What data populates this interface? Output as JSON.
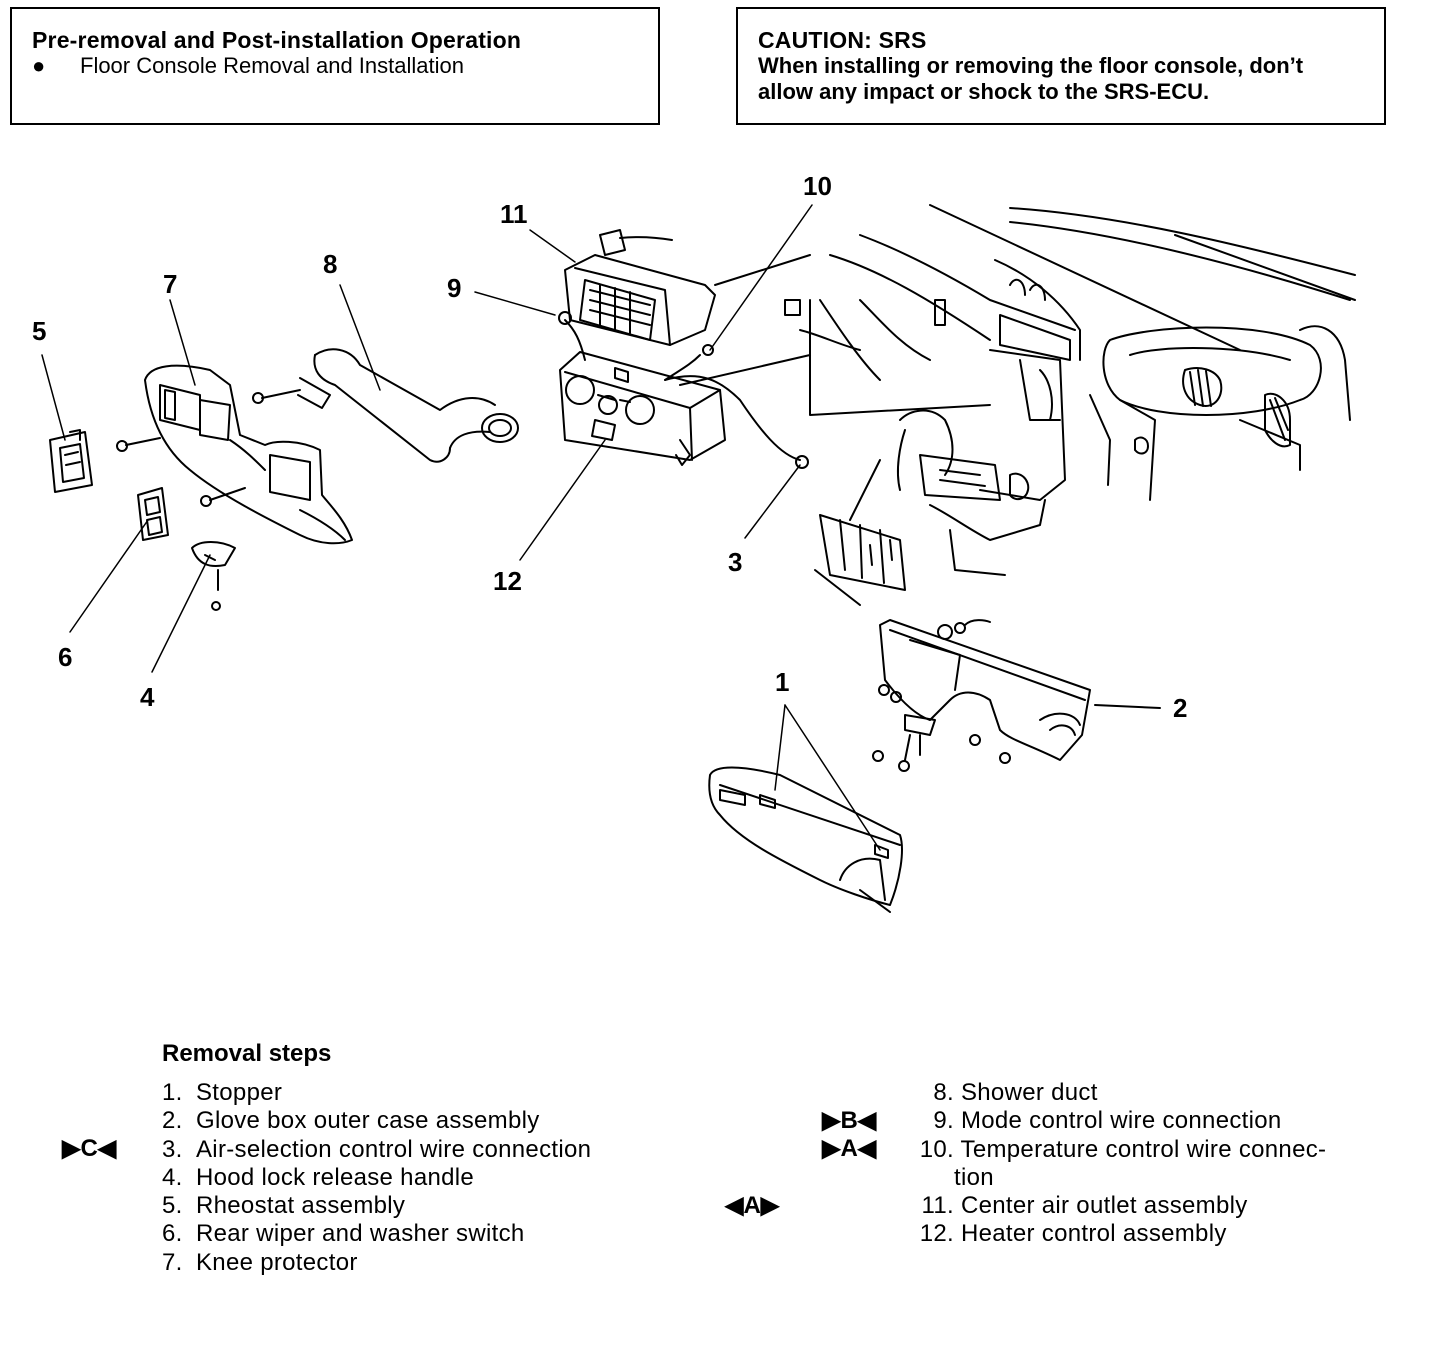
{
  "box_left": {
    "title": "Pre-removal and Post-installation Operation",
    "bullet": "●",
    "item": "Floor Console Removal and Installation"
  },
  "box_right": {
    "title": "CAUTION: SRS",
    "line1": "When installing or removing the floor console, don’t",
    "line2": "allow any impact or shock to the SRS-ECU."
  },
  "callouts": [
    "1",
    "2",
    "3",
    "4",
    "5",
    "6",
    "7",
    "8",
    "9",
    "10",
    "11",
    "12"
  ],
  "removal": {
    "heading": "Removal steps",
    "left_steps": [
      {
        "num": "1.",
        "label": "Stopper",
        "mark": ""
      },
      {
        "num": "2.",
        "label": "Glove box outer case assembly",
        "mark": ""
      },
      {
        "num": "3.",
        "label": "Air-selection control wire connection",
        "mark": "▶C◀"
      },
      {
        "num": "4.",
        "label": "Hood lock release handle",
        "mark": ""
      },
      {
        "num": "5.",
        "label": "Rheostat assembly",
        "mark": ""
      },
      {
        "num": "6.",
        "label": "Rear wiper and washer switch",
        "mark": ""
      },
      {
        "num": "7.",
        "label": "Knee protector",
        "mark": ""
      }
    ],
    "right_steps": [
      {
        "num": "8.",
        "label": "Shower duct",
        "mark": ""
      },
      {
        "num": "9.",
        "label": "Mode control wire connection",
        "mark": "▶B◀"
      },
      {
        "num": "10.",
        "label": "Temperature control wire connec-",
        "cont": "tion",
        "mark": "▶A◀"
      },
      {
        "num": "11.",
        "label": "Center air outlet assembly",
        "mark": "◀A▶"
      },
      {
        "num": "12.",
        "label": "Heater control assembly",
        "mark": ""
      }
    ]
  }
}
